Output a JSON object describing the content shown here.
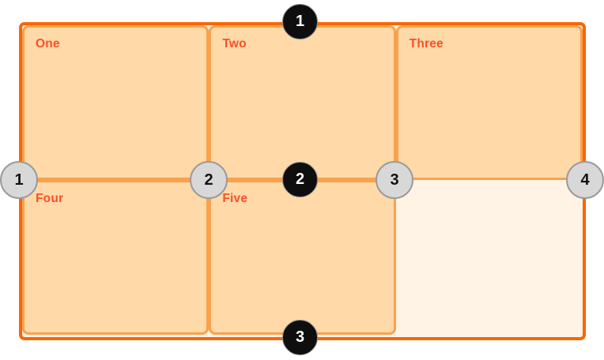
{
  "diagram": {
    "cells": [
      {
        "label": "One"
      },
      {
        "label": "Two"
      },
      {
        "label": "Three"
      },
      {
        "label": "Four"
      },
      {
        "label": "Five"
      }
    ],
    "empty_cell_count": 1,
    "row_line_numbers": [
      "1",
      "2",
      "3"
    ],
    "column_line_numbers": [
      "1",
      "2",
      "3",
      "4"
    ],
    "colors": {
      "container_border": "#F76707",
      "container_background": "#FFF3E5",
      "cell_background": "#FFD9A8",
      "cell_border": "#F9A14C",
      "cell_label_text": "#FB4F27",
      "row_marker_background": "#0E0E0E",
      "row_marker_text": "#FFFFFF",
      "column_marker_background": "#D8D8D8",
      "column_marker_border": "#9B9B9B",
      "column_marker_text": "#111111",
      "page_background": "#FFFFFF"
    }
  }
}
